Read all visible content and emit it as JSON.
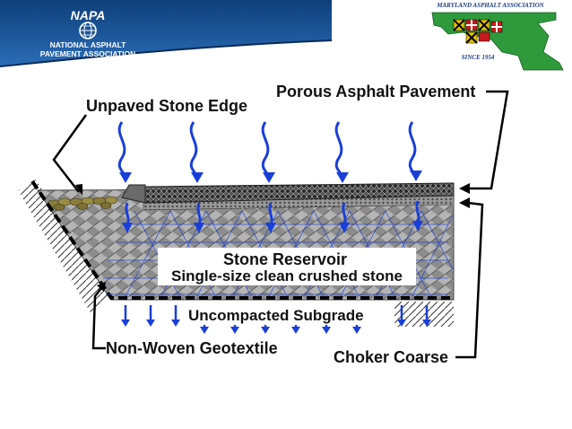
{
  "header": {
    "napa": {
      "acronym": "NAPA",
      "line1": "NATIONAL ASPHALT",
      "line2": "PAVEMENT ASSOCIATION",
      "icon": "globe-icon",
      "color": "#1b5fa8"
    },
    "maryland": {
      "name": "MARYLAND ASPHALT ASSOCIATION",
      "since": "SINCE 1954",
      "icon": "maryland-state-map-icon"
    }
  },
  "diagram": {
    "labels": {
      "unpaved_edge": "Unpaved Stone Edge",
      "porous_pavement": "Porous Asphalt Pavement",
      "reservoir_title": "Stone Reservoir",
      "reservoir_desc": "Single-size clean crushed stone",
      "subgrade": "Uncompacted Subgrade",
      "geotextile": "Non-Woven Geotextile",
      "choker": "Choker Coarse"
    },
    "colors": {
      "water_arrow": "#1a3fd8",
      "leader_line": "#000000",
      "stone": "#8f8f8f",
      "asphalt": "#3a3a3a",
      "edge_stone": "#8a7d3a"
    }
  }
}
